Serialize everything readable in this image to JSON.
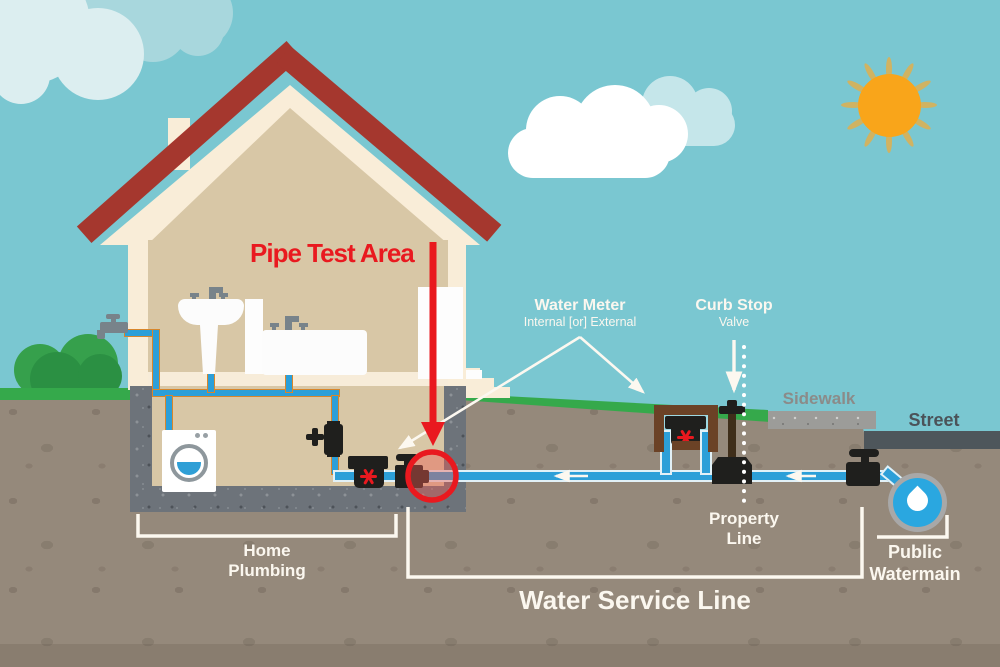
{
  "annotations": {
    "pipe_test_area": "Pipe Test Area",
    "water_meter": {
      "title": "Water Meter",
      "subtitle": "Internal [or] External"
    },
    "curb_stop": {
      "title": "Curb Stop",
      "subtitle": "Valve"
    },
    "sidewalk": "Sidewalk",
    "street": "Street",
    "property_line": {
      "line1": "Property",
      "line2": "Line"
    },
    "home_plumbing": {
      "line1": "Home",
      "line2": "Plumbing"
    },
    "water_service_line": "Water Service Line",
    "public_watermain": {
      "line1": "Public",
      "line2": "Watermain"
    }
  },
  "colors": {
    "sky": "#7ac7d1",
    "soil": "#95897b",
    "grass": "#35a94b",
    "roof": "#a5372e",
    "house_wall": "#f9edd8",
    "interior_tan": "#d8c7a6",
    "foundation_gray": "#6d737a",
    "pipe_cold_blue": "#2c9fd8",
    "pipe_hot_outline_orange": "#d8862b",
    "accent_red": "#e9191f",
    "sun_orange": "#f9a51a",
    "watermain_blue": "#2aa7e0",
    "meter_pit_brown": "#6b4226",
    "valve_black": "#1f1f1d",
    "sidewalk_gray": "#9c9c99",
    "street_gray": "#4e565b",
    "label_white": "#fbf7ef"
  }
}
